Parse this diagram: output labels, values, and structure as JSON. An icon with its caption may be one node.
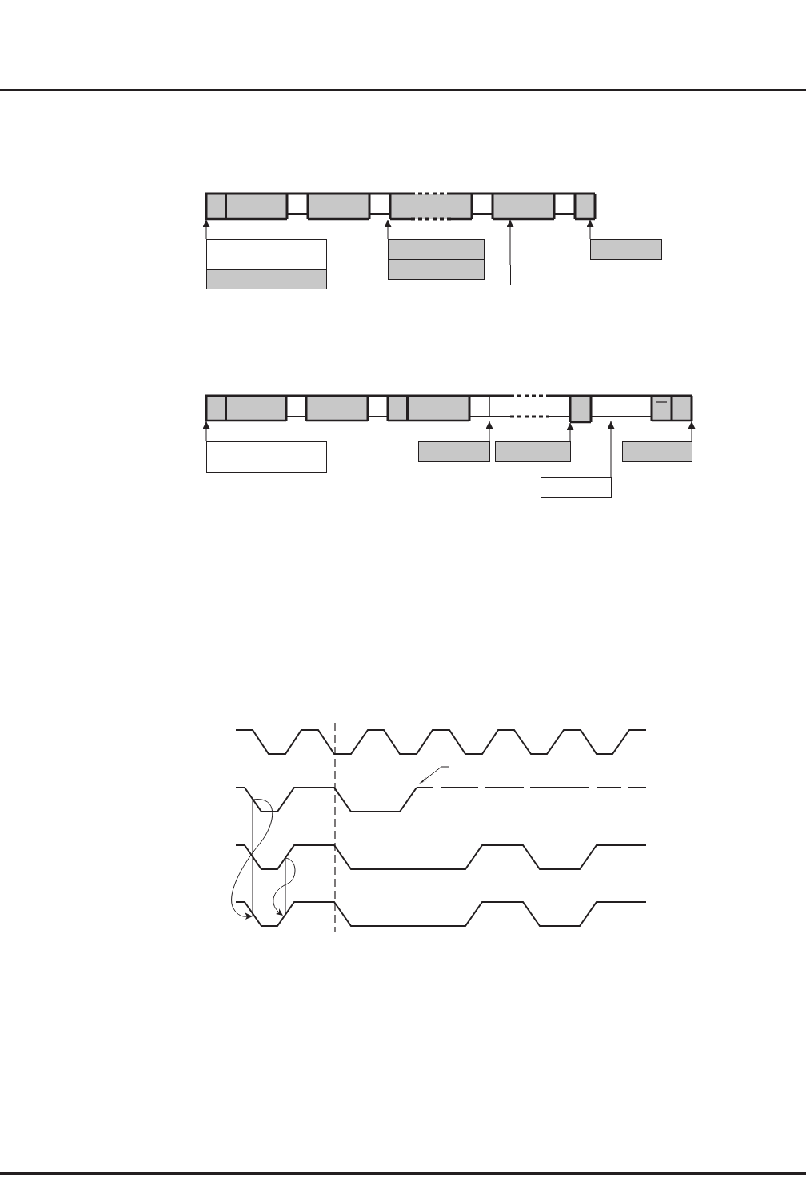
{
  "diagram": {
    "nodes": [
      {
        "text": [],
        "shape": "bar"
      },
      {
        "text": [],
        "shape": "box"
      },
      {
        "text": [],
        "shape": "box"
      },
      {
        "text": [],
        "shape": "box"
      },
      {
        "text": [],
        "shape": "box"
      },
      {
        "text": [],
        "shape": "box"
      },
      {
        "text": [],
        "shape": "box"
      },
      {
        "text": [],
        "shape": "bar"
      },
      {
        "text": [],
        "shape": "box"
      },
      {
        "text": [],
        "shape": "box"
      },
      {
        "text": [],
        "shape": "box"
      },
      {
        "text": [],
        "shape": "box"
      },
      {
        "text": [],
        "shape": "box"
      }
    ],
    "edges": [
      {
        "from": 1,
        "to": 0,
        "arrow": "to"
      },
      {
        "from": 3,
        "to": 0,
        "arrow": "to"
      },
      {
        "from": 5,
        "to": 0,
        "arrow": "to"
      },
      {
        "from": 6,
        "to": 0,
        "arrow": "to"
      },
      {
        "from": 8,
        "to": 7,
        "arrow": "to"
      },
      {
        "from": 9,
        "to": 7,
        "arrow": "to"
      },
      {
        "from": 10,
        "to": 7,
        "arrow": "to"
      },
      {
        "from": 11,
        "to": 7,
        "arrow": "to"
      },
      {
        "from": 12,
        "to": 7,
        "arrow": "to"
      }
    ]
  }
}
